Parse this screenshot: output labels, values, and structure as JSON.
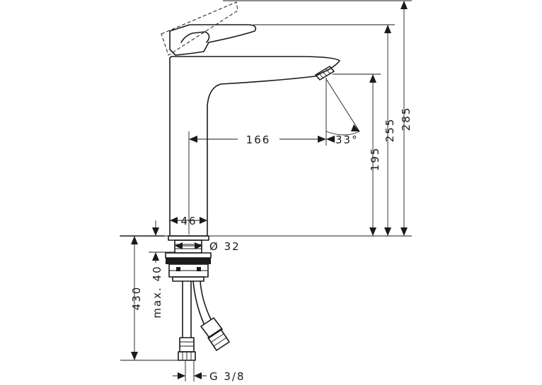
{
  "dimensions": {
    "total_height": "285",
    "handle_height": "255",
    "spout_height": "195",
    "spout_reach": "166",
    "spout_angle": "33°",
    "body_width": "46",
    "hole_diameter": "Ø 32",
    "max_counter_thickness": "max. 40",
    "hose_length": "430",
    "connection_thread": "G 3/8"
  }
}
